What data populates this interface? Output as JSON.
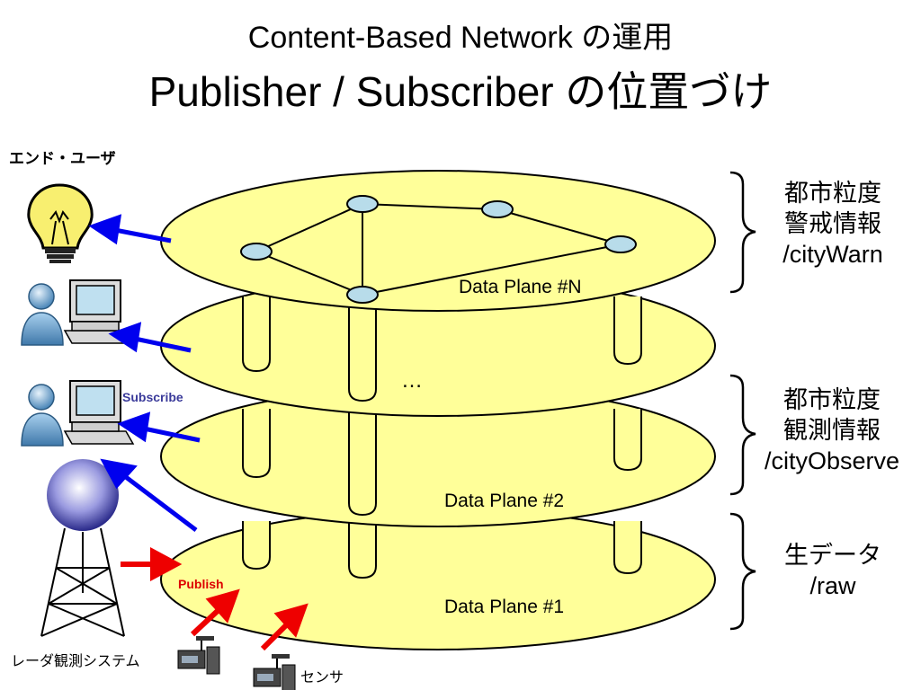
{
  "title": {
    "line1": "Content-Based Network の運用",
    "line2": "Publisher / Subscriber の位置づけ"
  },
  "end_user_label": "エンド・ユーザ",
  "planes": {
    "top": "Data Plane #N",
    "ellipsis": "…",
    "plane2": "Data Plane #2",
    "plane1": "Data Plane #1"
  },
  "groups": {
    "warn": {
      "line1": "都市粒度",
      "line2": "警戒情報",
      "line3": "/cityWarn"
    },
    "observe": {
      "line1": "都市粒度",
      "line2": "観測情報",
      "line3": "/cityObserve"
    },
    "raw": {
      "line1": "生データ",
      "line2": "/raw"
    }
  },
  "subscribe_label": "Subscribe",
  "publish_label": "Publish",
  "radar_label": "レーダ観測システム",
  "sensor_label": "センサ",
  "icons": [
    "lightbulb-icon",
    "user-computer-icon",
    "radar-tower-icon",
    "sensor-device-icon"
  ],
  "colors": {
    "plane_fill": "#ffff99",
    "node_fill": "#b8dcea",
    "subscribe_arrow": "#0000ee",
    "publish_arrow": "#ee0000"
  }
}
